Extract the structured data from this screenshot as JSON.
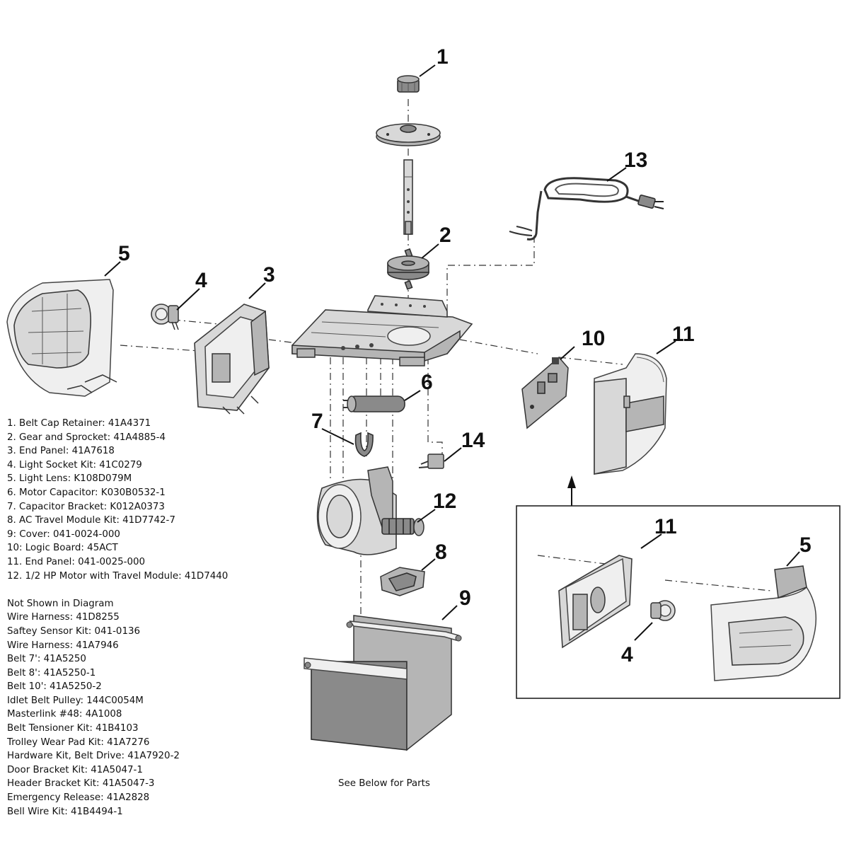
{
  "callouts": {
    "c1": "1",
    "c2": "2",
    "c3": "3",
    "c4": "4",
    "c5": "5",
    "c6": "6",
    "c7": "7",
    "c8": "8",
    "c9": "9",
    "c10": "10",
    "c11": "11",
    "c12": "12",
    "c13": "13",
    "c14": "14",
    "inset_c11": "11",
    "inset_c5": "5",
    "inset_c4": "4"
  },
  "parts_list": [
    "1. Belt Cap Retainer: 41A4371",
    "2. Gear and Sprocket: 41A4885-4",
    "3. End Panel: 41A7618",
    "4. Light Socket Kit: 41C0279",
    "5. Light Lens: K108D079M",
    "6. Motor Capacitor: K030B0532-1",
    "7. Capacitor Bracket: K012A0373",
    "8. AC Travel Module Kit: 41D7742-7",
    "9: Cover: 041-0024-000",
    "10: Logic Board: 45ACT",
    "11. End Panel: 041-0025-000",
    "12. 1/2 HP Motor with Travel Module: 41D7440"
  ],
  "not_shown": {
    "heading": "Not Shown in Diagram",
    "items": [
      "Wire Harness: 41D8255",
      "Saftey Sensor Kit: 041-0136",
      "Wire Harness: 41A7946",
      "Belt 7': 41A5250",
      "Belt 8': 41A5250-1",
      "Belt 10': 41A5250-2",
      "Idlet Belt Pulley: 144C0054M",
      "Masterlink #48: 4A1008",
      "Belt Tensioner Kit: 41B4103",
      "Trolley Wear Pad Kit: 41A7276",
      "Hardware Kit, Belt Drive: 41A7920-2",
      "Door Bracket Kit: 41A5047-1",
      "Header Bracket Kit: 41A5047-3",
      "Emergency Release: 41A2828",
      "Bell Wire Kit: 41B4494-1"
    ]
  },
  "footer_note": "See Below for Parts"
}
